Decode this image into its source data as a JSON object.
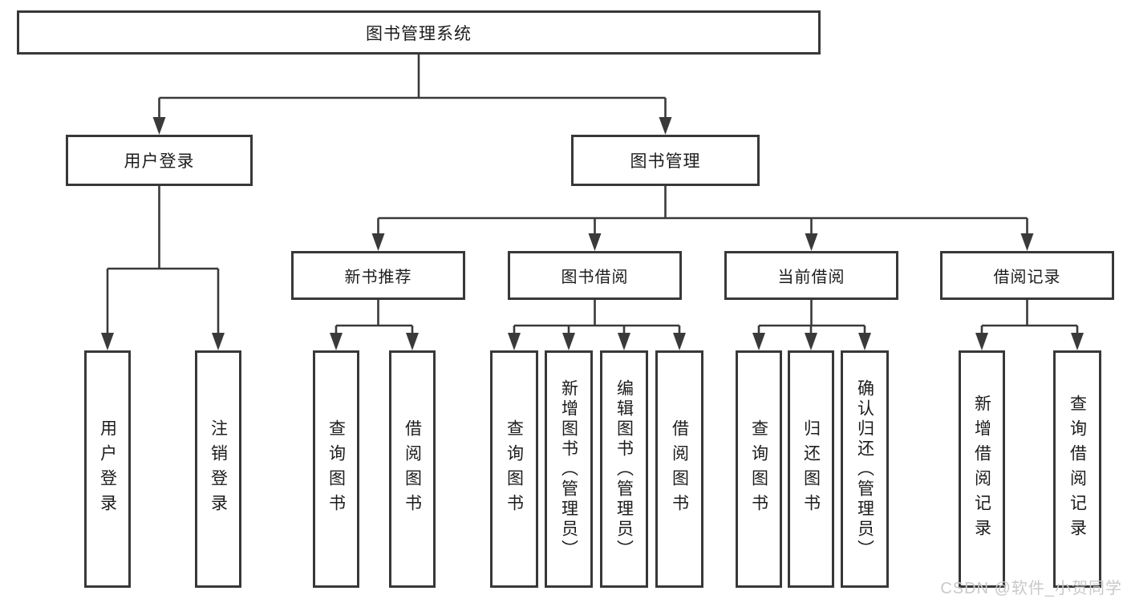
{
  "diagram": {
    "title": "图书管理系统",
    "root": {
      "label": "图书管理系统"
    },
    "level2": [
      {
        "label": "用户登录"
      },
      {
        "label": "图书管理"
      }
    ],
    "level3": [
      {
        "label": "新书推荐"
      },
      {
        "label": "图书借阅"
      },
      {
        "label": "当前借阅"
      },
      {
        "label": "借阅记录"
      }
    ],
    "leaves": [
      {
        "label": "用户登录"
      },
      {
        "label": "注销登录"
      },
      {
        "label": "查询图书"
      },
      {
        "label": "借阅图书"
      },
      {
        "label": "查询图书"
      },
      {
        "label": "新增图书（管理员）"
      },
      {
        "label": "编辑图书（管理员）"
      },
      {
        "label": "借阅图书"
      },
      {
        "label": "查询图书"
      },
      {
        "label": "归还图书"
      },
      {
        "label": "确认归还（管理员）"
      },
      {
        "label": "新增借阅记录"
      },
      {
        "label": "查询借阅记录"
      }
    ],
    "watermark": "CSDN @软件_小贺同学",
    "colors": {
      "line": "#3a3a3a",
      "border": "#383838",
      "text": "#1c1c1c",
      "watermark": "#c9c9c9",
      "background": "#ffffff"
    }
  }
}
